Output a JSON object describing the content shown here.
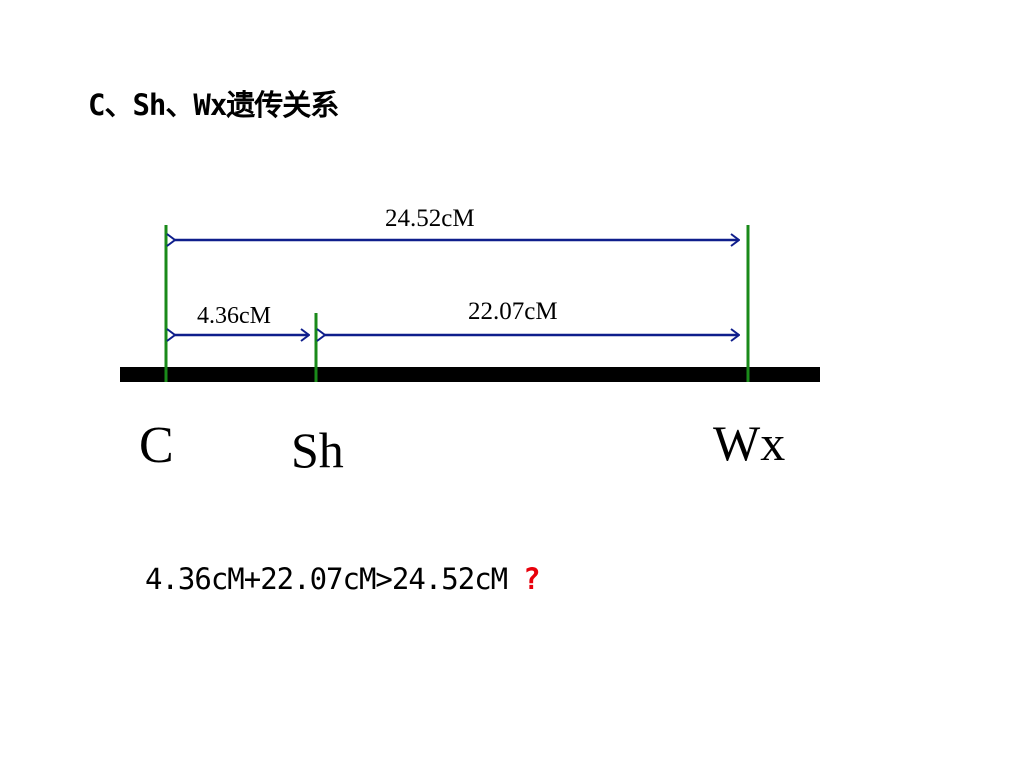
{
  "title": "C、Sh、Wx遗传关系",
  "diagram": {
    "distance_total": "24.52cM",
    "distance_c_sh": "4.36cM",
    "distance_sh_wx": "22.07cM",
    "locus_c": "C",
    "locus_sh": "Sh",
    "locus_wx": "Wx",
    "colors": {
      "chromosome": "#000000",
      "marker_line": "#1a8a1a",
      "arrow": "#0f1e8c"
    }
  },
  "equation": {
    "text": "4.36cM+22.07cM>24.52cM",
    "question": "?",
    "question_color": "#e8000b"
  }
}
